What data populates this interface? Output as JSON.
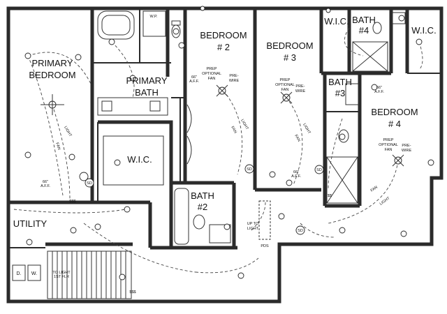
{
  "rooms": {
    "primary_bedroom": [
      "PRIMARY",
      "BEDROOM"
    ],
    "primary_bath": [
      "PRIMARY",
      "BATH"
    ],
    "wic_primary": "W.I.C.",
    "wp": "W.P.",
    "bedroom2": [
      "BEDROOM",
      "# 2"
    ],
    "bedroom3": [
      "BEDROOM",
      "# 3"
    ],
    "bedroom4": [
      "BEDROOM",
      "# 4"
    ],
    "wic_a": "W.I.C.",
    "wic_b": "W.I.C.",
    "bath4": [
      "BATH",
      "#4"
    ],
    "bath3": [
      "BATH",
      "#3"
    ],
    "bath2": [
      "BATH",
      "#2"
    ],
    "utility": "UTILITY",
    "d": "D.",
    "w": "W."
  },
  "notes": {
    "prep_fan_2": [
      "PREP",
      "OPTIONAL",
      "FAN"
    ],
    "prewire_2": [
      "PRE-",
      "WIRE"
    ],
    "prep_fan_3": [
      "PREP",
      "OPTIONAL",
      "FAN"
    ],
    "prewire_3": [
      "PRE-",
      "WIRE"
    ],
    "prep_fan_4": [
      "PREP",
      "OPTIONAL",
      "FAN"
    ],
    "prewire_4": [
      "PRE-",
      "WIRE"
    ],
    "aff_66_a": [
      "66\"",
      "A.F.F."
    ],
    "aff_66_b": [
      "66\"",
      "A.F.F."
    ],
    "aff_66_c": [
      "66\"",
      "A.F.F."
    ],
    "aff_66_d": [
      "66\"",
      "A.F.F."
    ],
    "light": "LIGHT",
    "fan": "FAN",
    "light_2": "LIGHT",
    "fan_2": "FAN",
    "light_3": "LIGHT",
    "fan_3": "FAN",
    "fan_4": "FAN",
    "light_4": "LIGHT",
    "up_to_light": [
      "UP TO",
      "LIGHT"
    ],
    "pds": "PDS",
    "to_light_1st_flr": [
      "TO LIGHT",
      "1ST FLR"
    ],
    "sd": "SD",
    "sss": "$$$",
    "ss": "$$"
  },
  "colors": {
    "line": "#2b2b2b",
    "background": "#ffffff"
  }
}
